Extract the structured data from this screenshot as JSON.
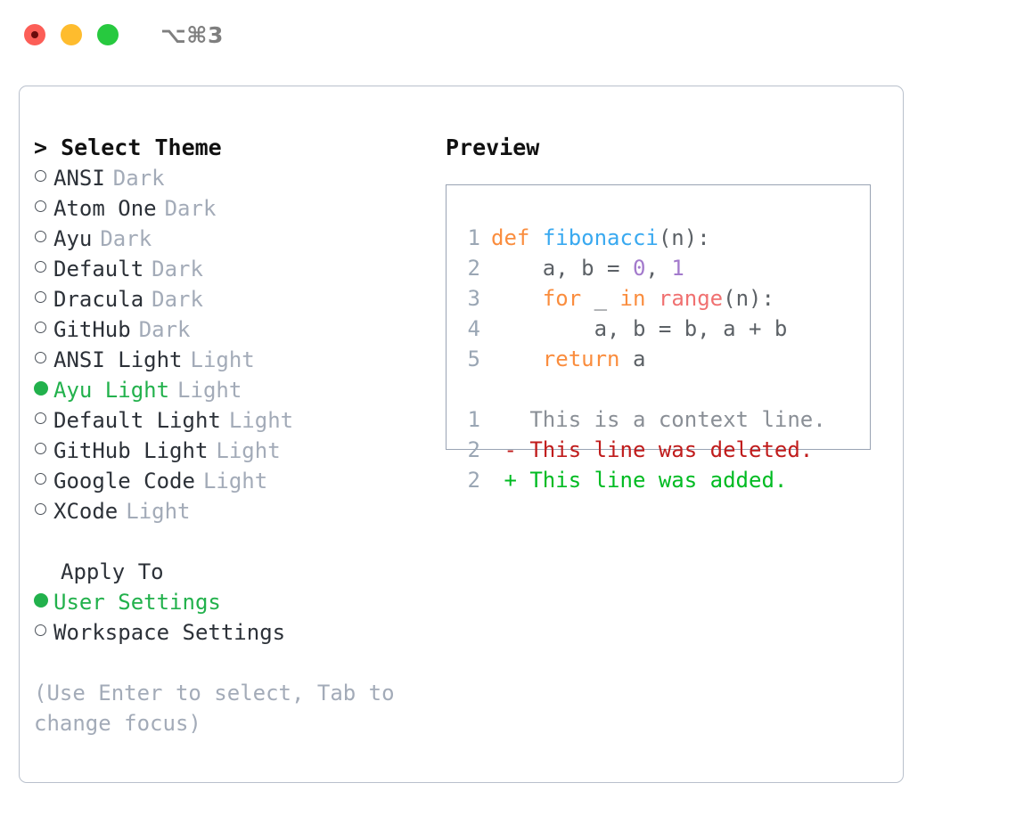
{
  "titlebar": {
    "shortcut": "⌥⌘3",
    "buttons": [
      "close",
      "minimize",
      "maximize"
    ]
  },
  "left": {
    "heading": "> Select Theme",
    "themes": [
      {
        "bullet": "○",
        "name": "ANSI",
        "kind": "Dark",
        "selected": false
      },
      {
        "bullet": "○",
        "name": "Atom One",
        "kind": "Dark",
        "selected": false
      },
      {
        "bullet": "○",
        "name": "Ayu",
        "kind": "Dark",
        "selected": false
      },
      {
        "bullet": "○",
        "name": "Default",
        "kind": "Dark",
        "selected": false
      },
      {
        "bullet": "○",
        "name": "Dracula",
        "kind": "Dark",
        "selected": false
      },
      {
        "bullet": "○",
        "name": "GitHub",
        "kind": "Dark",
        "selected": false
      },
      {
        "bullet": "○",
        "name": "ANSI Light",
        "kind": "Light",
        "selected": false
      },
      {
        "bullet": "●",
        "name": "Ayu Light",
        "kind": "Light",
        "selected": true
      },
      {
        "bullet": "○",
        "name": "Default Light",
        "kind": "Light",
        "selected": false
      },
      {
        "bullet": "○",
        "name": "GitHub Light",
        "kind": "Light",
        "selected": false
      },
      {
        "bullet": "○",
        "name": "Google Code",
        "kind": "Light",
        "selected": false
      },
      {
        "bullet": "○",
        "name": "XCode",
        "kind": "Light",
        "selected": false
      }
    ],
    "apply_to_heading": "Apply To",
    "apply_to": [
      {
        "bullet": "●",
        "name": "User Settings",
        "selected": true
      },
      {
        "bullet": "○",
        "name": "Workspace Settings",
        "selected": false
      }
    ],
    "hint": "(Use Enter to select, Tab to change focus)"
  },
  "right": {
    "heading": "Preview",
    "code_lines": [
      {
        "num": "1",
        "tokens": [
          {
            "t": "def",
            "c": "kw"
          },
          {
            "t": " ",
            "c": "pl"
          },
          {
            "t": "fibonacci",
            "c": "fn"
          },
          {
            "t": "(n):",
            "c": "pl"
          }
        ]
      },
      {
        "num": "2",
        "tokens": [
          {
            "t": "    a, b = ",
            "c": "pl"
          },
          {
            "t": "0",
            "c": "num"
          },
          {
            "t": ", ",
            "c": "pl"
          },
          {
            "t": "1",
            "c": "num"
          }
        ]
      },
      {
        "num": "3",
        "tokens": [
          {
            "t": "    ",
            "c": "pl"
          },
          {
            "t": "for",
            "c": "kw"
          },
          {
            "t": " _ ",
            "c": "pl"
          },
          {
            "t": "in",
            "c": "kw"
          },
          {
            "t": " ",
            "c": "pl"
          },
          {
            "t": "range",
            "c": "bi"
          },
          {
            "t": "(n):",
            "c": "pl"
          }
        ]
      },
      {
        "num": "4",
        "tokens": [
          {
            "t": "        a, b = b, a + b",
            "c": "pl"
          }
        ]
      },
      {
        "num": "5",
        "tokens": [
          {
            "t": "    ",
            "c": "pl"
          },
          {
            "t": "return",
            "c": "kw"
          },
          {
            "t": " a",
            "c": "pl"
          }
        ]
      }
    ],
    "diff_lines": [
      {
        "num": "1",
        "marker": "  ",
        "text": "This is a context line.",
        "cls": "ctx"
      },
      {
        "num": "2",
        "marker": "- ",
        "text": "This line was deleted.",
        "cls": "del"
      },
      {
        "num": "2",
        "marker": "+ ",
        "text": "This line was added.",
        "cls": "add"
      }
    ]
  },
  "colors": {
    "accent_green": "#22b14c",
    "muted": "#a3abb8",
    "keyword": "#fa8d3e",
    "function": "#39a9f0",
    "number": "#a37acc",
    "builtin": "#f07171",
    "diff_added": "#00bb22",
    "diff_deleted": "#c01c1c",
    "border": "#b9c0cc",
    "preview_border": "#99a3b3",
    "traffic_red": "#fc5e57",
    "traffic_yellow": "#febc2e",
    "traffic_green": "#27c93f"
  }
}
